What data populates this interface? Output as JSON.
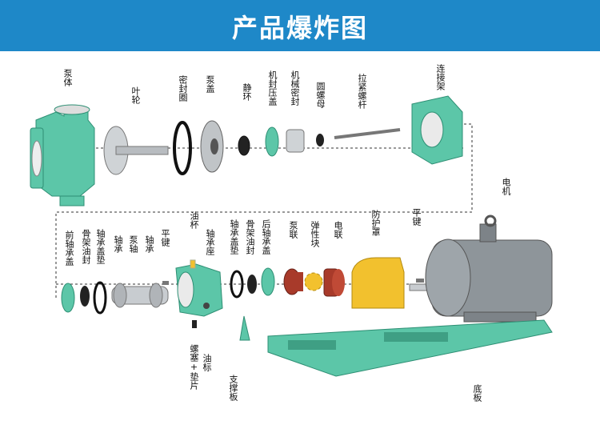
{
  "banner": {
    "title": "产品爆炸图",
    "color": "#1e88c8"
  },
  "colors": {
    "pump_green": "#5cc6a8",
    "dark_green": "#2e8f74",
    "rubber": "#111111",
    "steel": "#b8bcc0",
    "bronze": "#a83a2a",
    "guard": "#f2c12e",
    "motor": "#8e959a"
  },
  "labels_top": {
    "pump_body": "泵体",
    "impeller": "叶轮",
    "seal_ring": "密封圈",
    "pump_cover": "泵盖",
    "static_ring": "静环",
    "mech_seal_gland": "机封压盖",
    "mech_seal": "机械密封",
    "round_nut": "圆螺母",
    "tie_bolt": "拉紧螺杆",
    "bracket": "连接架"
  },
  "labels_bottom": {
    "front_bearing_cover": "前轴承盖",
    "skeleton_seal_1": "骨架油封",
    "bearing_cover_pad": "轴承盖垫",
    "bearing_1": "轴承",
    "pump_shaft": "泵轴",
    "bearing_2": "轴承",
    "flat_key_1": "平键",
    "oil_cup": "油杯",
    "bearing_seat": "轴承座",
    "bearing_cover_pad_2": "轴承盖垫",
    "skeleton_seal_2": "骨架油封",
    "rear_bearing_cover": "后轴承盖",
    "pump_coupling": "泵联",
    "elastic_block": "弹性块",
    "motor_coupling": "电联",
    "guard": "防护罩",
    "flat_key_2": "平键",
    "motor": "电机",
    "plug_pad": "螺塞+垫片",
    "oil_mark": "油标",
    "support_plate": "支撑板",
    "base_plate": "底板"
  }
}
